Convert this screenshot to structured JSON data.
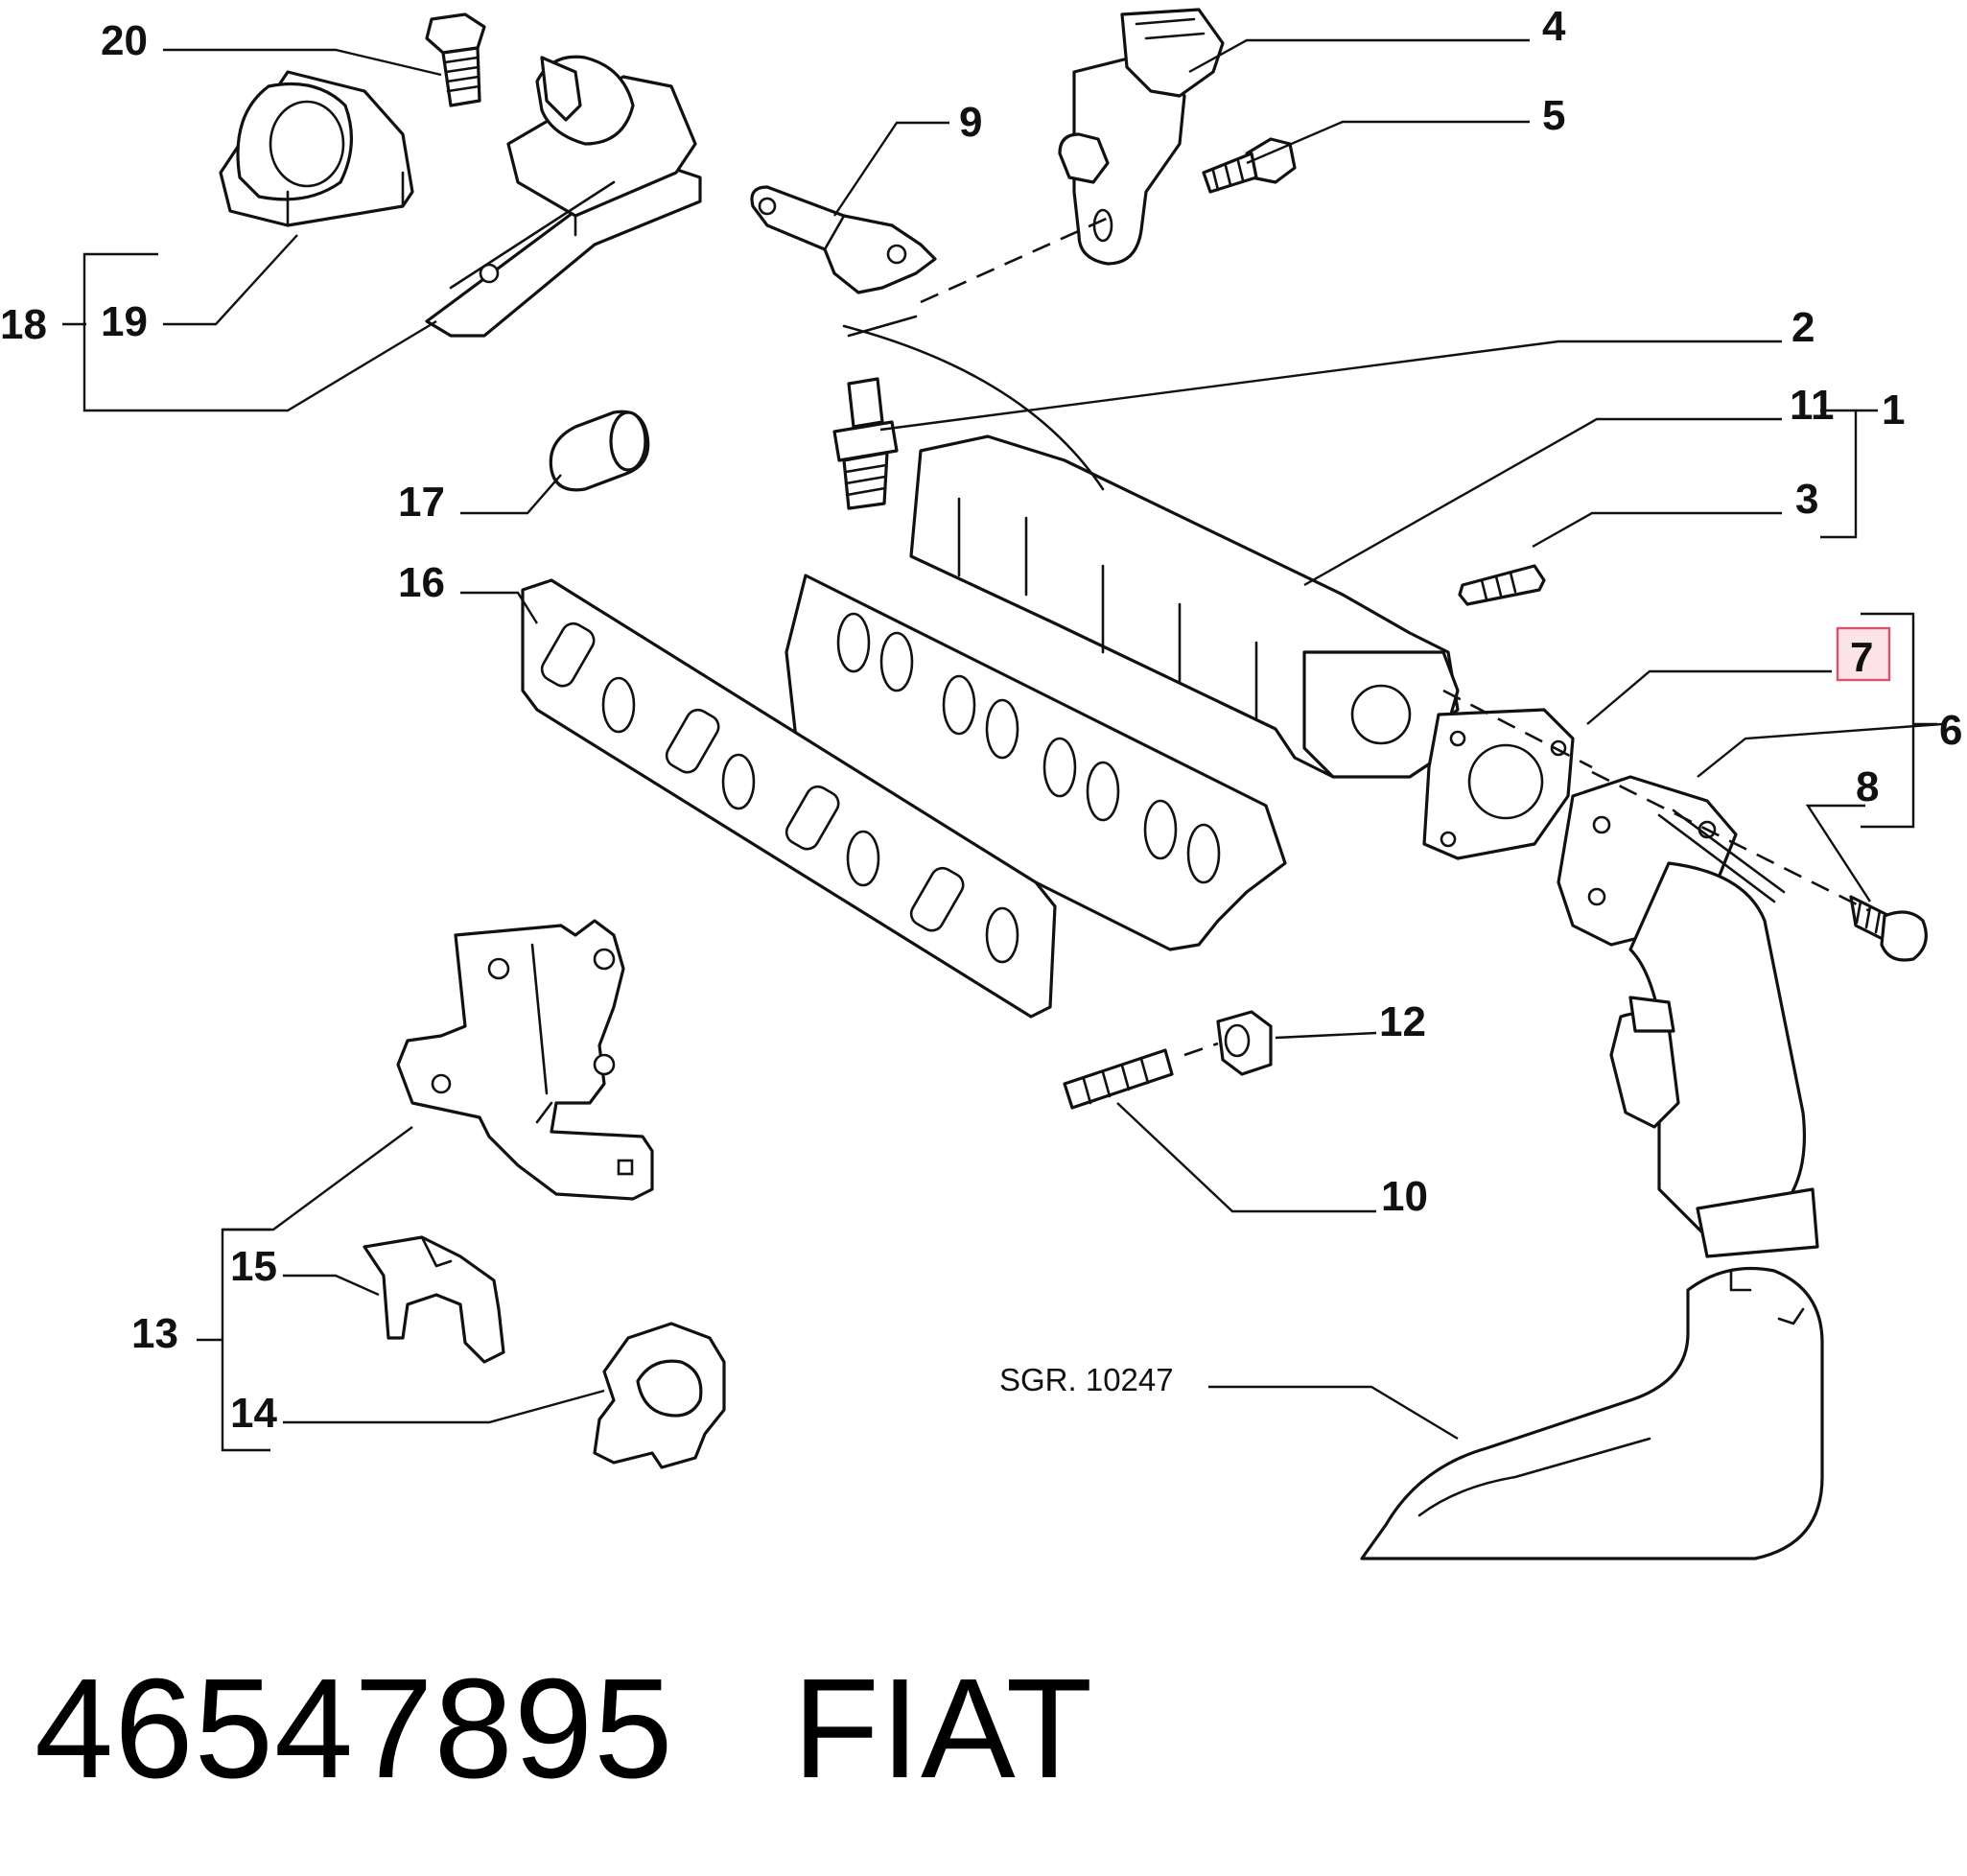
{
  "diagram": {
    "callouts": {
      "c1": "1",
      "c2": "2",
      "c3": "3",
      "c4": "4",
      "c5": "5",
      "c6": "6",
      "c7": "7",
      "c8": "8",
      "c9": "9",
      "c10": "10",
      "c11": "11",
      "c12": "12",
      "c13": "13",
      "c14": "14",
      "c15": "15",
      "c16": "16",
      "c17": "17",
      "c18": "18",
      "c19": "19",
      "c20": "20"
    },
    "highlighted_callout": "7",
    "highlight_color": "#fbe3e8",
    "highlight_border_color": "#d9536b",
    "reference_label": "SGR. 10247"
  },
  "footer": {
    "part_number": "46547895",
    "brand": "FIAT"
  }
}
